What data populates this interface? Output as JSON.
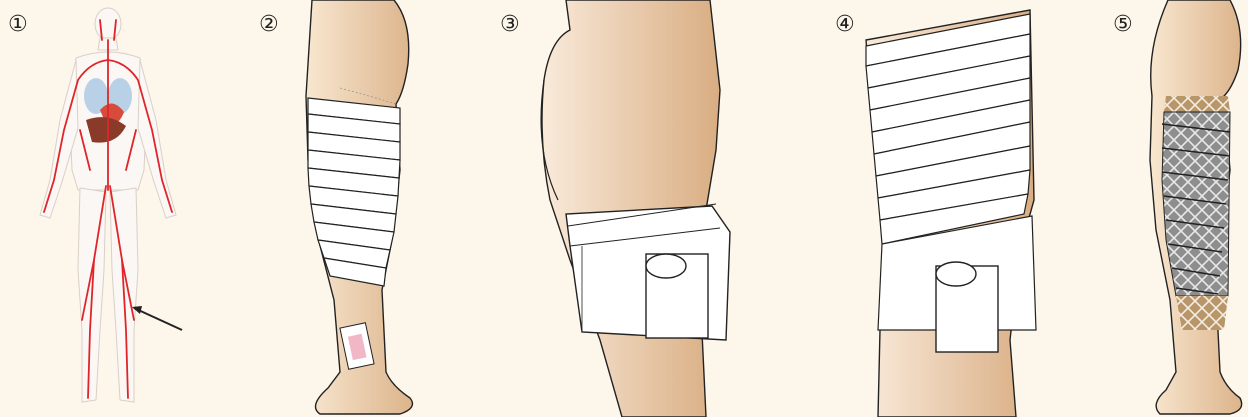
{
  "steps": [
    {
      "label": "①",
      "depicts": "circulatory-system-figure"
    },
    {
      "label": "②",
      "depicts": "lower-leg-spiral-bandage"
    },
    {
      "label": "③",
      "depicts": "thigh-bandage-start"
    },
    {
      "label": "④",
      "depicts": "thigh-spiral-bandage"
    },
    {
      "label": "⑤",
      "depicts": "leg-compression-wrap"
    }
  ],
  "colors": {
    "background": "#fdf6ea",
    "skin_light": "#f6e2c8",
    "skin_dark": "#deb78f",
    "bandage": "#ffffff",
    "outline": "#222222",
    "artery": "#e0252a",
    "wrap_gray": "#8d8d8d",
    "wrap_tan": "#b9956a"
  }
}
